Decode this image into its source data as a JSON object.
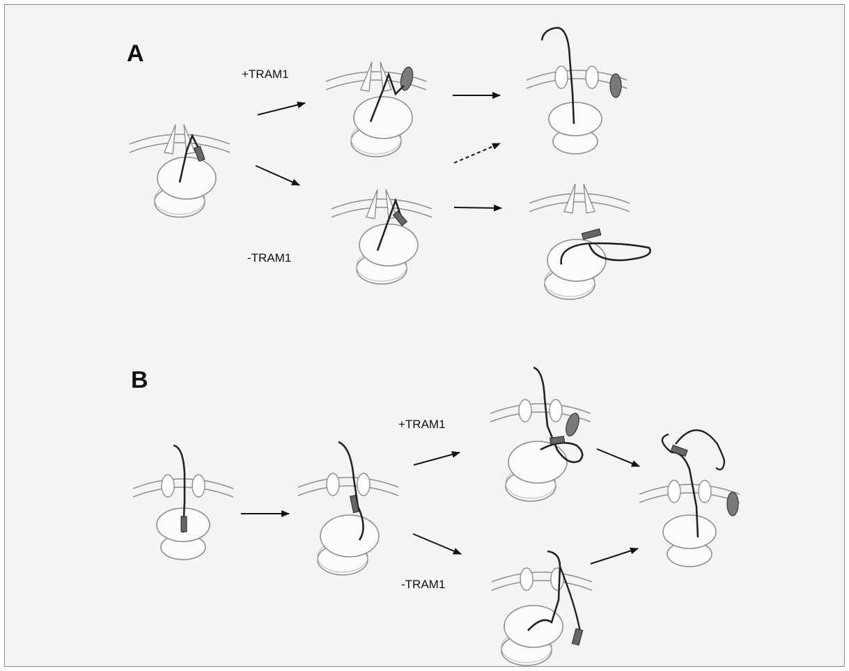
{
  "panels": [
    {
      "letter": "A",
      "labels": {
        "plus": "+TRAM1",
        "minus": "-TRAM1"
      }
    },
    {
      "letter": "B",
      "labels": {
        "plus": "+TRAM1",
        "minus": "-TRAM1"
      }
    }
  ],
  "colors": {
    "background": "#f4f4f4",
    "frame": "#8a8a8a",
    "outline": "#8c8c8c",
    "chain": "#222222",
    "tram1": "#7a7a7a"
  }
}
